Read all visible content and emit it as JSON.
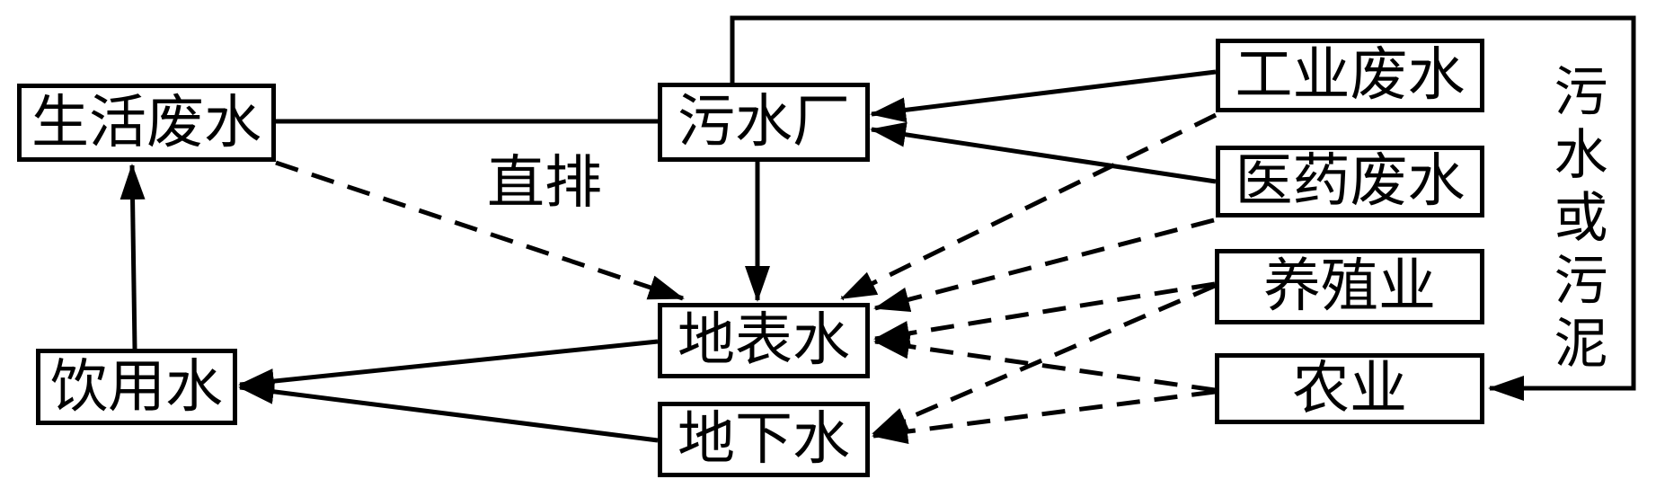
{
  "diagram": {
    "type": "flow-diagram",
    "topic": "water pollution pathways",
    "colors": {
      "background": "#ffffff",
      "line": "#000000",
      "box_border": "#000000",
      "text": "#000000"
    },
    "nodes": {
      "domestic_wastewater": {
        "label": "生活废水"
      },
      "sewage_plant": {
        "label": "污水厂"
      },
      "industrial_wastewater": {
        "label": "工业废水"
      },
      "pharmaceutical_wastewater": {
        "label": "医药废水"
      },
      "aquaculture": {
        "label": "养殖业"
      },
      "agriculture": {
        "label": "农业"
      },
      "surface_water": {
        "label": "地表水"
      },
      "groundwater": {
        "label": "地下水"
      },
      "drinking_water": {
        "label": "饮用水"
      }
    },
    "edge_labels": {
      "direct_discharge": "直排",
      "sewage_or_sludge": "污水或污泥"
    },
    "edges": [
      {
        "from": "生活废水",
        "to": "污水厂",
        "style": "solid"
      },
      {
        "from": "工业废水",
        "to": "污水厂",
        "style": "solid"
      },
      {
        "from": "医药废水",
        "to": "污水厂",
        "style": "solid"
      },
      {
        "from": "污水厂",
        "to": "地表水",
        "style": "solid"
      },
      {
        "from": "污水厂",
        "to": "农业",
        "style": "solid",
        "label": "污水或污泥"
      },
      {
        "from": "地表水",
        "to": "饮用水",
        "style": "solid"
      },
      {
        "from": "地下水",
        "to": "饮用水",
        "style": "solid"
      },
      {
        "from": "饮用水",
        "to": "生活废水",
        "style": "solid"
      },
      {
        "from": "生活废水",
        "to": "地表水",
        "style": "dashed",
        "label": "直排"
      },
      {
        "from": "工业废水",
        "to": "地表水",
        "style": "dashed"
      },
      {
        "from": "医药废水",
        "to": "地表水",
        "style": "dashed"
      },
      {
        "from": "养殖业",
        "to": "地表水",
        "style": "dashed"
      },
      {
        "from": "养殖业",
        "to": "地下水",
        "style": "dashed"
      },
      {
        "from": "农业",
        "to": "地表水",
        "style": "dashed"
      },
      {
        "from": "农业",
        "to": "地下水",
        "style": "dashed"
      }
    ]
  }
}
